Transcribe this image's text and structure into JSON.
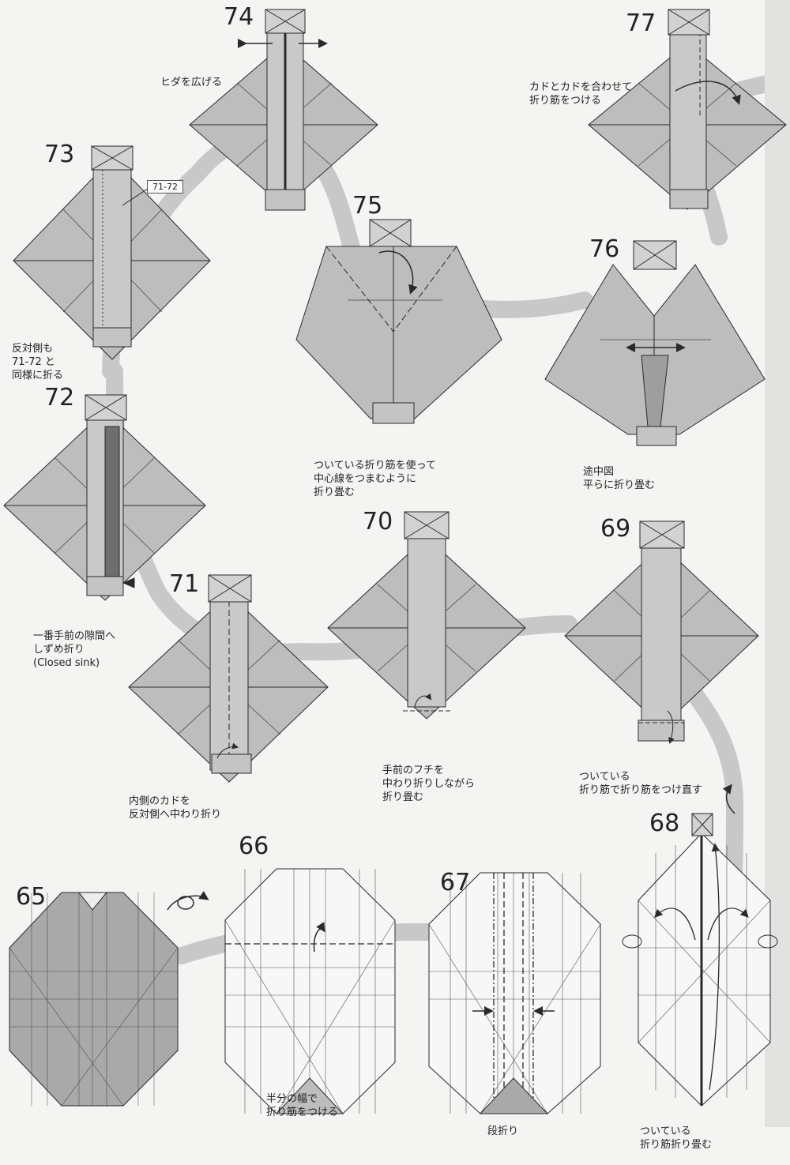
{
  "steps": {
    "s65": {
      "number": "65",
      "label": []
    },
    "s66": {
      "number": "66",
      "label": [
        "半分の幅で",
        "折り筋をつける"
      ]
    },
    "s67": {
      "number": "67",
      "label": [
        "段折り"
      ]
    },
    "s68": {
      "number": "68",
      "label": [
        "ついている",
        "折り筋折り畳む"
      ]
    },
    "s69": {
      "number": "69",
      "label": [
        "ついている",
        "折り筋で折り筋をつけ直す"
      ]
    },
    "s70": {
      "number": "70",
      "label": [
        "手前のフチを",
        "中わり折りしながら",
        "折り畳む"
      ]
    },
    "s71": {
      "number": "71",
      "label": [
        "内側のカドを",
        "反対側へ中わり折り"
      ]
    },
    "s72": {
      "number": "72",
      "label": [
        "一番手前の隙間へ",
        "しずめ折り",
        "(Closed sink)"
      ]
    },
    "s73": {
      "number": "73",
      "label": [
        "反対側も",
        "71-72 と",
        "同様に折る"
      ],
      "ref": "71-72"
    },
    "s74": {
      "number": "74",
      "label": [
        "ヒダを広げる"
      ]
    },
    "s75": {
      "number": "75",
      "label": [
        "ついている折り筋を使って",
        "中心線をつまむように",
        "折り畳む"
      ]
    },
    "s76": {
      "number": "76",
      "label": [
        "途中図",
        "平らに折り畳む"
      ]
    },
    "s77": {
      "number": "77",
      "label": [
        "カドとカドを合わせて",
        "折り筋をつける"
      ]
    }
  },
  "colors": {
    "paper_dark": "#a9a9a9",
    "paper_mid": "#bdbdbd",
    "paper_light": "#f7f7f7",
    "path_band": "#c6c6c6",
    "line": "#2a2a2a",
    "background": "#f4f4f2"
  },
  "icons": {
    "turn_over": "turn-over-icon",
    "push_arrow": "push-arrow-icon",
    "spread_arrow": "double-arrow-icon"
  }
}
